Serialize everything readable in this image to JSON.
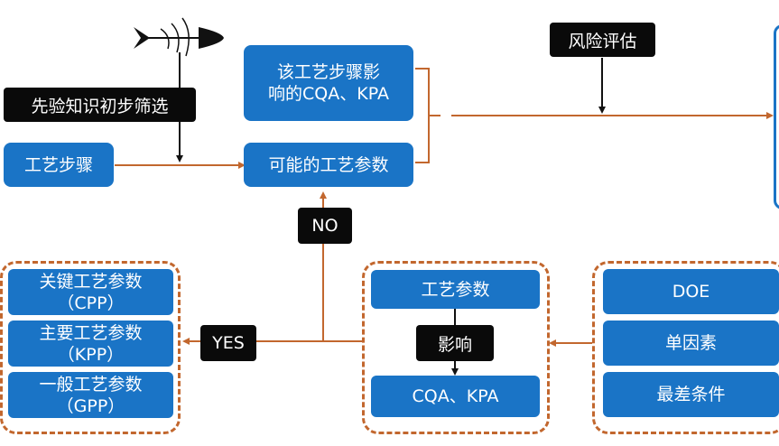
{
  "nodes": {
    "prior_screen": "先验知识初步筛选",
    "process_step": "工艺步骤",
    "affected_cqa_l1": "该工艺步骤影",
    "affected_cqa_l2": "响的CQA、KPA",
    "possible_params": "可能的工艺参数",
    "risk_assess": "风险评估",
    "no_label": "NO",
    "yes_label": "YES",
    "process_param": "工艺参数",
    "influence": "影响",
    "cqa_kpa": "CQA、KPA",
    "doe": "DOE",
    "single_factor": "单因素",
    "worst_case": "最差条件",
    "cpp_l1": "关键工艺参数",
    "cpp_l2": "（CPP）",
    "kpp_l1": "主要工艺参数",
    "kpp_l2": "（KPP）",
    "gpp_l1": "一般工艺参数",
    "gpp_l2": "（GPP）"
  },
  "colors": {
    "box": "#1a74c6",
    "arrow": "#c2672e",
    "label": "#0a0a0a"
  }
}
